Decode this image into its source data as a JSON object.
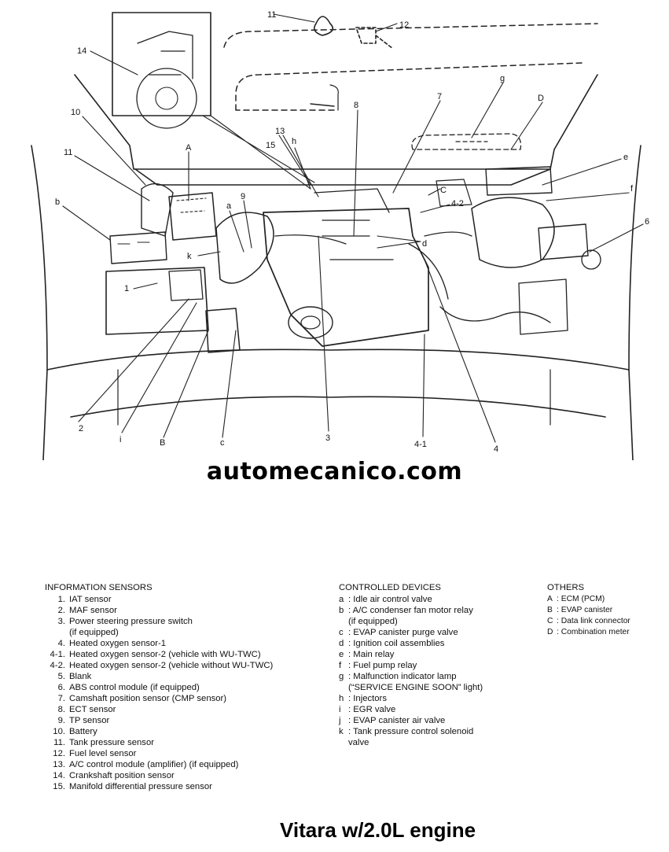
{
  "callouts": {
    "c11": "11",
    "c12": "12",
    "c14": "14",
    "c10": "10",
    "c11b": "11",
    "cb": "b",
    "cA": "A",
    "c13": "13",
    "c15": "15",
    "ch": "h",
    "c8": "8",
    "c7": "7",
    "cg": "g",
    "cD": "D",
    "ce": "e",
    "cf": "f",
    "c6": "6",
    "cC": "C",
    "c42": "4-2",
    "c9": "9",
    "ca": "a",
    "ck": "k",
    "cd": "d",
    "c1": "1",
    "c2": "2",
    "ci": "i",
    "cB": "B",
    "cc": "c",
    "c3": "3",
    "c41": "4-1",
    "c4": "4"
  },
  "watermark": "automecanico.com",
  "information_sensors": {
    "heading": "INFORMATION SENSORS",
    "items": [
      {
        "key": "1.",
        "text": "IAT sensor"
      },
      {
        "key": "2.",
        "text": "MAF sensor"
      },
      {
        "key": "3.",
        "text": "Power steering pressure switch"
      },
      {
        "key": "",
        "text": "(if equipped)"
      },
      {
        "key": "4.",
        "text": "Heated oxygen sensor-1"
      },
      {
        "key": "4-1.",
        "text": "Heated oxygen sensor-2 (vehicle with WU-TWC)"
      },
      {
        "key": "4-2.",
        "text": "Heated oxygen sensor-2 (vehicle without WU-TWC)"
      },
      {
        "key": "5.",
        "text": "Blank"
      },
      {
        "key": "6.",
        "text": "ABS control module (if equipped)"
      },
      {
        "key": "7.",
        "text": "Camshaft position sensor (CMP sensor)"
      },
      {
        "key": "8.",
        "text": "ECT sensor"
      },
      {
        "key": "9.",
        "text": "TP sensor"
      },
      {
        "key": "10.",
        "text": "Battery"
      },
      {
        "key": "11.",
        "text": "Tank pressure sensor"
      },
      {
        "key": "12.",
        "text": "Fuel level sensor"
      },
      {
        "key": "13.",
        "text": "A/C control module (amplifier) (if equipped)"
      },
      {
        "key": "14.",
        "text": "Crankshaft position sensor"
      },
      {
        "key": "15.",
        "text": "Manifold differential pressure sensor"
      }
    ]
  },
  "controlled_devices": {
    "heading": "CONTROLLED DEVICES",
    "items": [
      {
        "key": "a",
        "text": ": Idle air control valve"
      },
      {
        "key": "b",
        "text": ": A/C condenser fan motor relay"
      },
      {
        "key": "",
        "text": "(if equipped)"
      },
      {
        "key": "c",
        "text": ": EVAP canister purge valve"
      },
      {
        "key": "d",
        "text": ": Ignition coil assemblies"
      },
      {
        "key": "e",
        "text": ": Main relay"
      },
      {
        "key": "f",
        "text": ": Fuel pump relay"
      },
      {
        "key": "g",
        "text": ": Malfunction indicator lamp"
      },
      {
        "key": "",
        "text": "(“SERVICE  ENGINE SOON” light)"
      },
      {
        "key": "h",
        "text": ": Injectors"
      },
      {
        "key": "i",
        "text": ": EGR valve"
      },
      {
        "key": "j",
        "text": ": EVAP canister air valve"
      },
      {
        "key": "k",
        "text": ": Tank pressure control solenoid"
      },
      {
        "key": "",
        "text": "valve"
      }
    ]
  },
  "others": {
    "heading": "OTHERS",
    "items": [
      {
        "key": "A",
        "text": ": ECM (PCM)"
      },
      {
        "key": "B",
        "text": ": EVAP canister"
      },
      {
        "key": "C",
        "text": ": Data link connector"
      },
      {
        "key": "D",
        "text": ": Combination meter"
      }
    ]
  },
  "title": "Vitara w/2.0L engine"
}
